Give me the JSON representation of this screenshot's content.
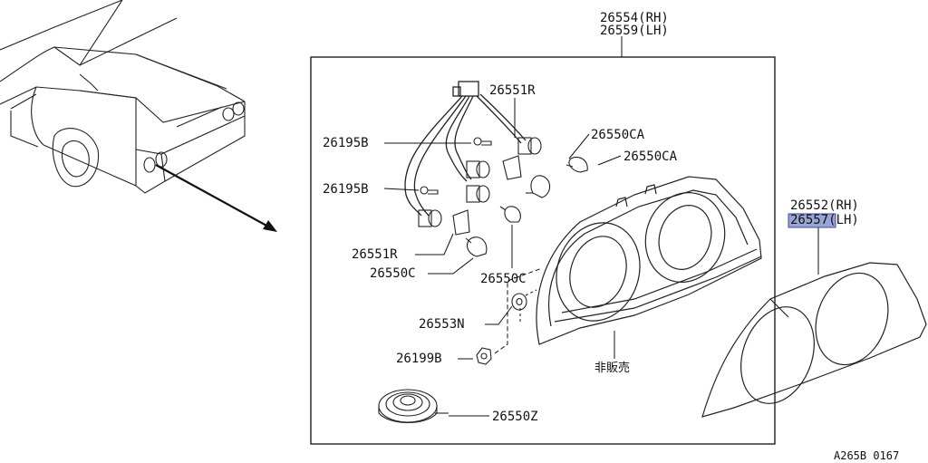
{
  "diagram": {
    "labels": {
      "housing_rh": "26554(RH)",
      "housing_lh": "26559(LH)",
      "socket_r_top": "26551R",
      "screw_top": "26195B",
      "bulb_ca_1": "26550CA",
      "bulb_ca_2": "26550CA",
      "screw_bottom": "26195B",
      "socket_r_bottom": "26551R",
      "bulb_c_left": "26550C",
      "bulb_c_right": "26550C",
      "gasket": "26553N",
      "nut": "26199B",
      "sealant": "26550Z",
      "not_for_sale": "非販売",
      "lens_rh": "26552(RH)",
      "lens_lh": "26557(LH)",
      "figure_code": "A265B 0167"
    },
    "highlight_color": "#98a6d6"
  }
}
